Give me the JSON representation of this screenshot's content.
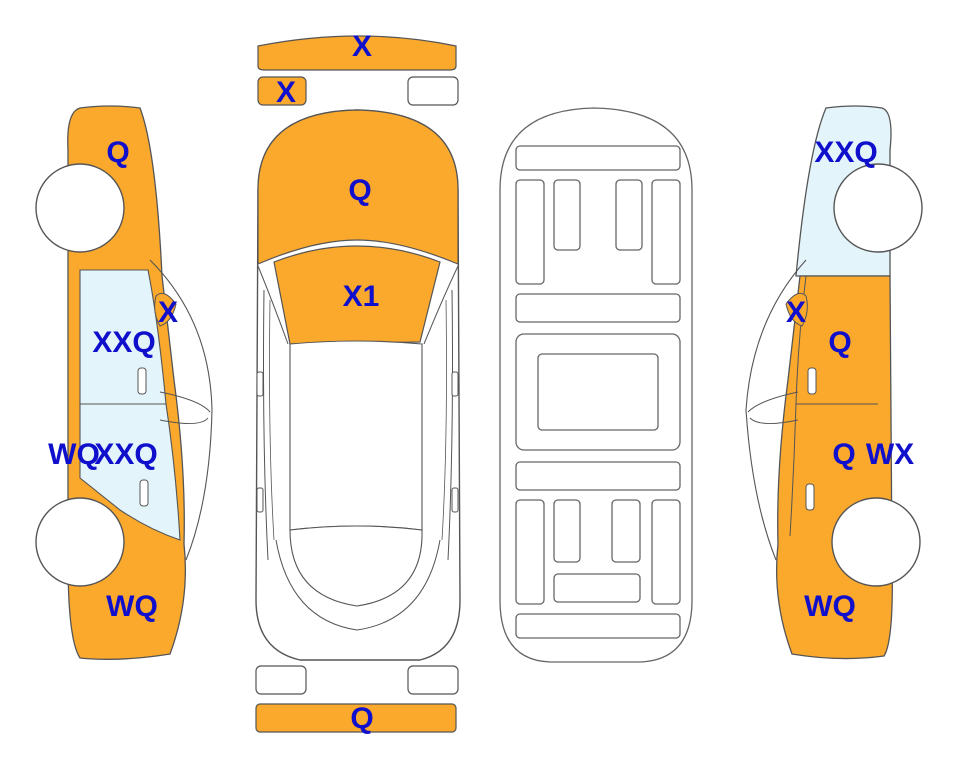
{
  "colors": {
    "damaged": "#FBA92D",
    "glass": "#E3F5FB",
    "outline": "#555555",
    "label": "#1010CC",
    "background": "#FFFFFF"
  },
  "labels": {
    "front_bumper": "X",
    "front_left_small": "X",
    "hood": "Q",
    "windshield": "X1",
    "rear_bumper": "Q",
    "left_front_fender": "Q",
    "left_mirror": "X",
    "left_front_window": "XXQ",
    "left_rear_window": "XXQ",
    "left_rear_door_edge": "WQ",
    "left_rear_quarter": "WQ",
    "right_front_fender": "XXQ",
    "right_mirror": "X",
    "right_front_door": "Q",
    "right_rear_door": "Q",
    "right_rear_door_edge": "WX",
    "right_rear_quarter": "WQ"
  }
}
